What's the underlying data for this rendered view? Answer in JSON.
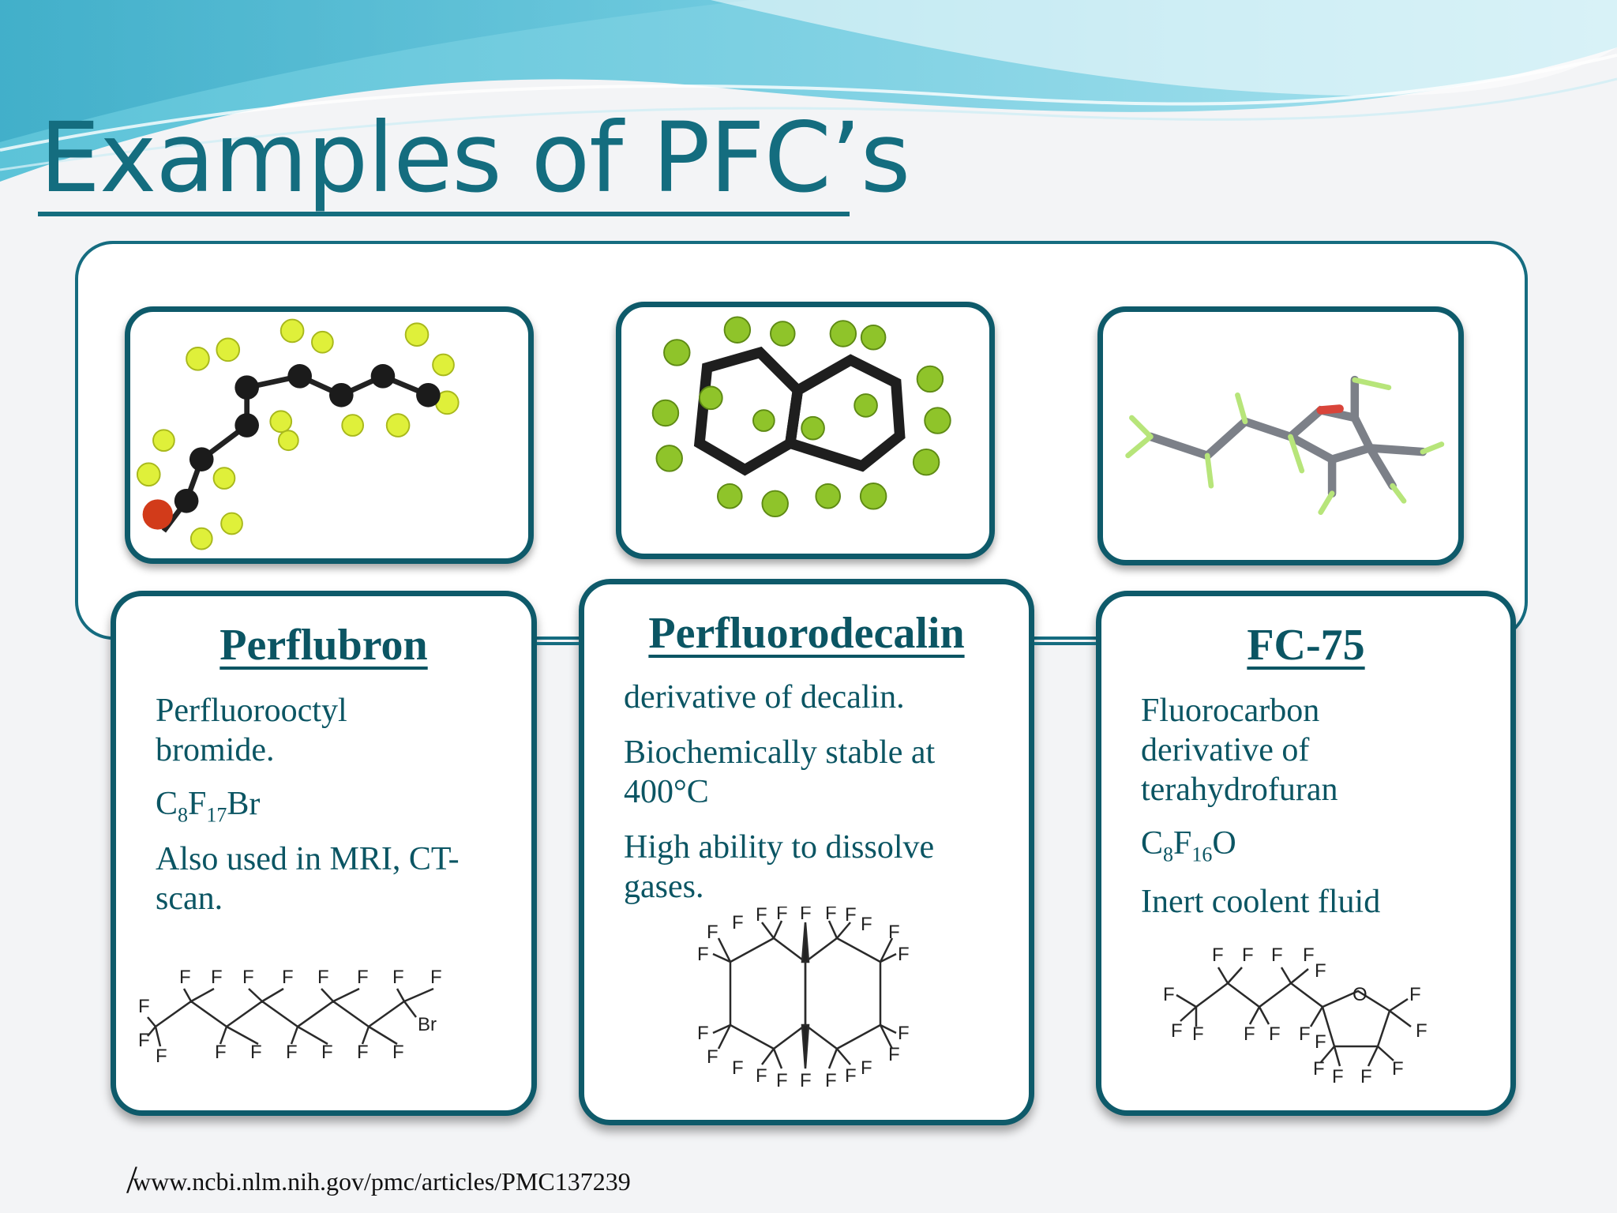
{
  "slide": {
    "title": "Examples of PFC’s",
    "colors": {
      "accent": "#146d7f",
      "frame": "#0e5a6a",
      "background": "#f3f4f6"
    }
  },
  "cards": [
    {
      "title": "Perflubron",
      "lines": [
        "Perfluorooctyl",
        "bromide."
      ],
      "formula": {
        "c": "C",
        "c_sub": "8",
        "f": "F",
        "f_sub": "17",
        "rest": "Br"
      },
      "note_lines": [
        "Also used in MRI, CT-",
        "scan."
      ],
      "molecule_icon": "ball-and-stick-perflubron"
    },
    {
      "title": "Perfluorodecalin",
      "p1": "derivative of decalin.",
      "p2_lines": [
        "Biochemically stable at",
        "400°C"
      ],
      "p3_lines": [
        "High ability to dissolve",
        "gases."
      ],
      "molecule_icon": "ball-and-stick-perfluorodecalin"
    },
    {
      "title": "FC-75",
      "lines": [
        "Fluorocarbon",
        "derivative of",
        "terahydrofuran"
      ],
      "formula": {
        "c": "C",
        "c_sub": "8",
        "f": "F",
        "f_sub": "16",
        "rest": "O"
      },
      "note": "Inert coolent fluid",
      "molecule_icon": "stick-fc75"
    }
  ],
  "structure_labels": {
    "f": "F",
    "br": "Br",
    "o": "O"
  },
  "footer": {
    "slash": "/",
    "url": "www.ncbi.nlm.nih.gov/pmc/articles/PMC137239"
  }
}
